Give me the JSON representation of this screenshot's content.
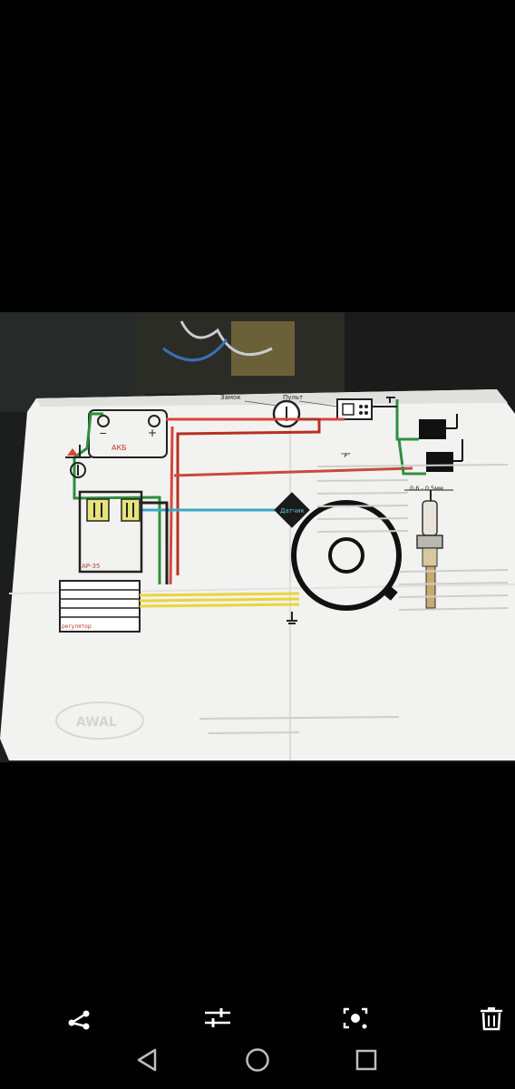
{
  "photo": {
    "labels": {
      "lock": "Замок",
      "remote": "Пульт",
      "battery": "АКБ",
      "minus": "−",
      "plus": "+",
      "regulator": "АР-35",
      "stator": "регулятор",
      "sensor": "Датчик",
      "gap": "0,6 - 0,5мм",
      "brand": "AWAL",
      "p_mark": "\"Р\""
    }
  },
  "toolbar": {
    "icons": [
      "share-icon",
      "adjust-icon",
      "lens-icon",
      "delete-icon"
    ]
  },
  "navbar": {
    "icons": [
      "back-icon",
      "home-icon",
      "recents-icon"
    ]
  }
}
